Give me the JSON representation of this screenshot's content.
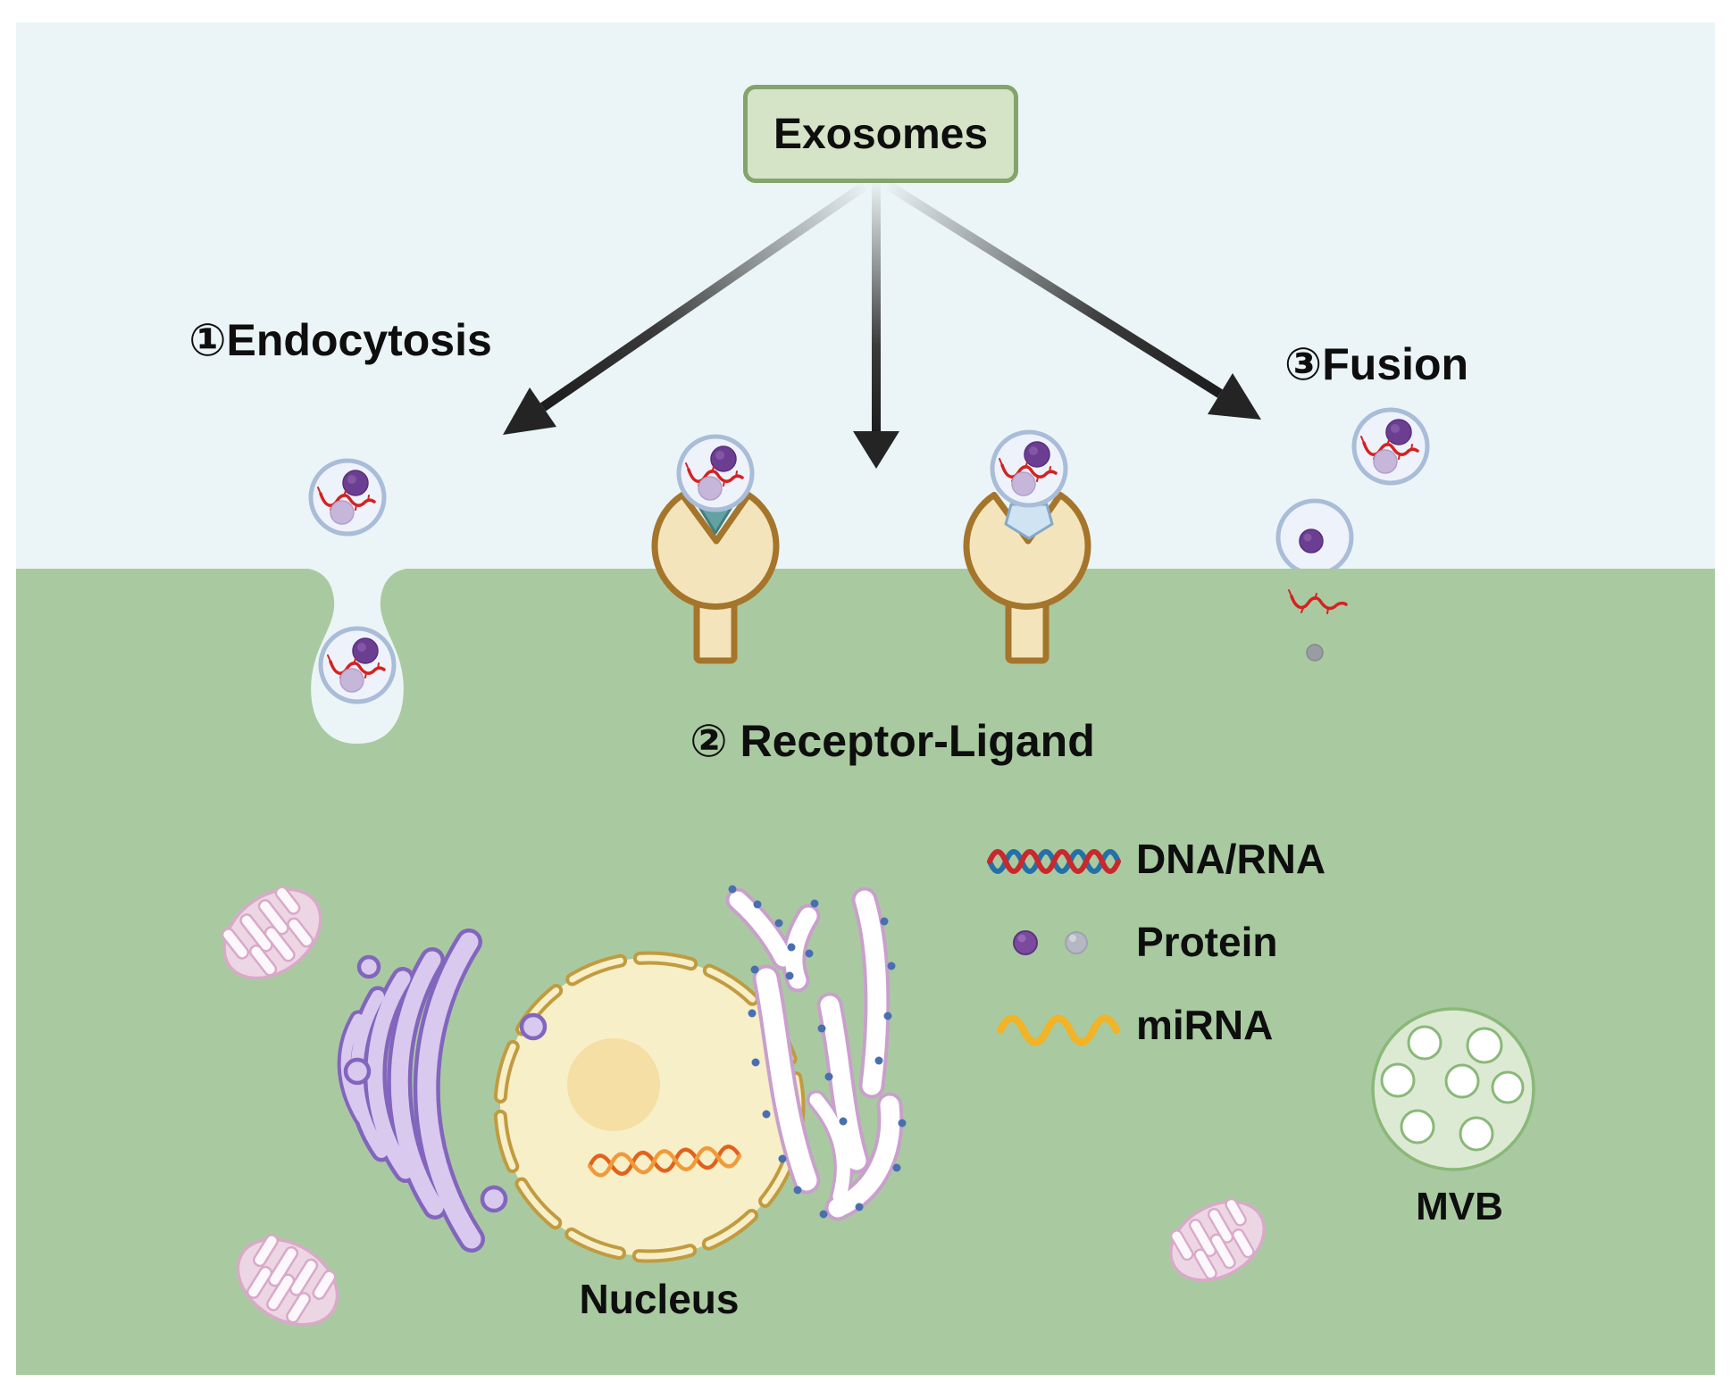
{
  "title_box": {
    "label": "Exosomes"
  },
  "pathways": {
    "endocytosis": "①Endocytosis",
    "receptor_ligand": "② Receptor-Ligand",
    "fusion": "③Fusion"
  },
  "organelle_labels": {
    "nucleus": "Nucleus",
    "mvb": "MVB"
  },
  "legend": {
    "items": [
      {
        "icon": "dna-rna-helix-icon",
        "label": "DNA/RNA"
      },
      {
        "icon": "protein-dots-icon",
        "label": "Protein"
      },
      {
        "icon": "mirna-wave-icon",
        "label": "miRNA"
      }
    ]
  },
  "colors": {
    "extracellular_bg": "#ebf5f7",
    "cytoplasm_bg": "#a9caa0",
    "exosome_box_fill": "#d5e3c6",
    "exosome_box_border": "#83a46b",
    "vesicle_membrane": "#a9bcd8",
    "vesicle_fill": "#eef2fa",
    "protein_purple": "#6b3e91",
    "protein_light_purple": "#c6b6d9",
    "protein_gray": "#b5b8c2",
    "rna_red": "#d42222",
    "receptor_fill": "#f3e4bb",
    "receptor_border": "#a5752c",
    "ligand_teal": "#63a2a2",
    "ligand_pentagon": "#cfe3f2",
    "golgi": "#d9c9ee",
    "golgi_border": "#8265bd",
    "nucleus_fill": "#f7efc8",
    "nucleus_envelope": "#c19b40",
    "er_border": "#c9a0cc",
    "ribosome_blue": "#4a6fb0",
    "mito_fill": "#edd6e4",
    "mito_border": "#d9a9c9",
    "mvb_fill": "#dcead4",
    "mvb_border": "#8ab878",
    "mirna_yellow": "#f2b324",
    "dna_red": "#c9282d",
    "dna_blue": "#2470a8",
    "arrow_dark": "#242424"
  }
}
